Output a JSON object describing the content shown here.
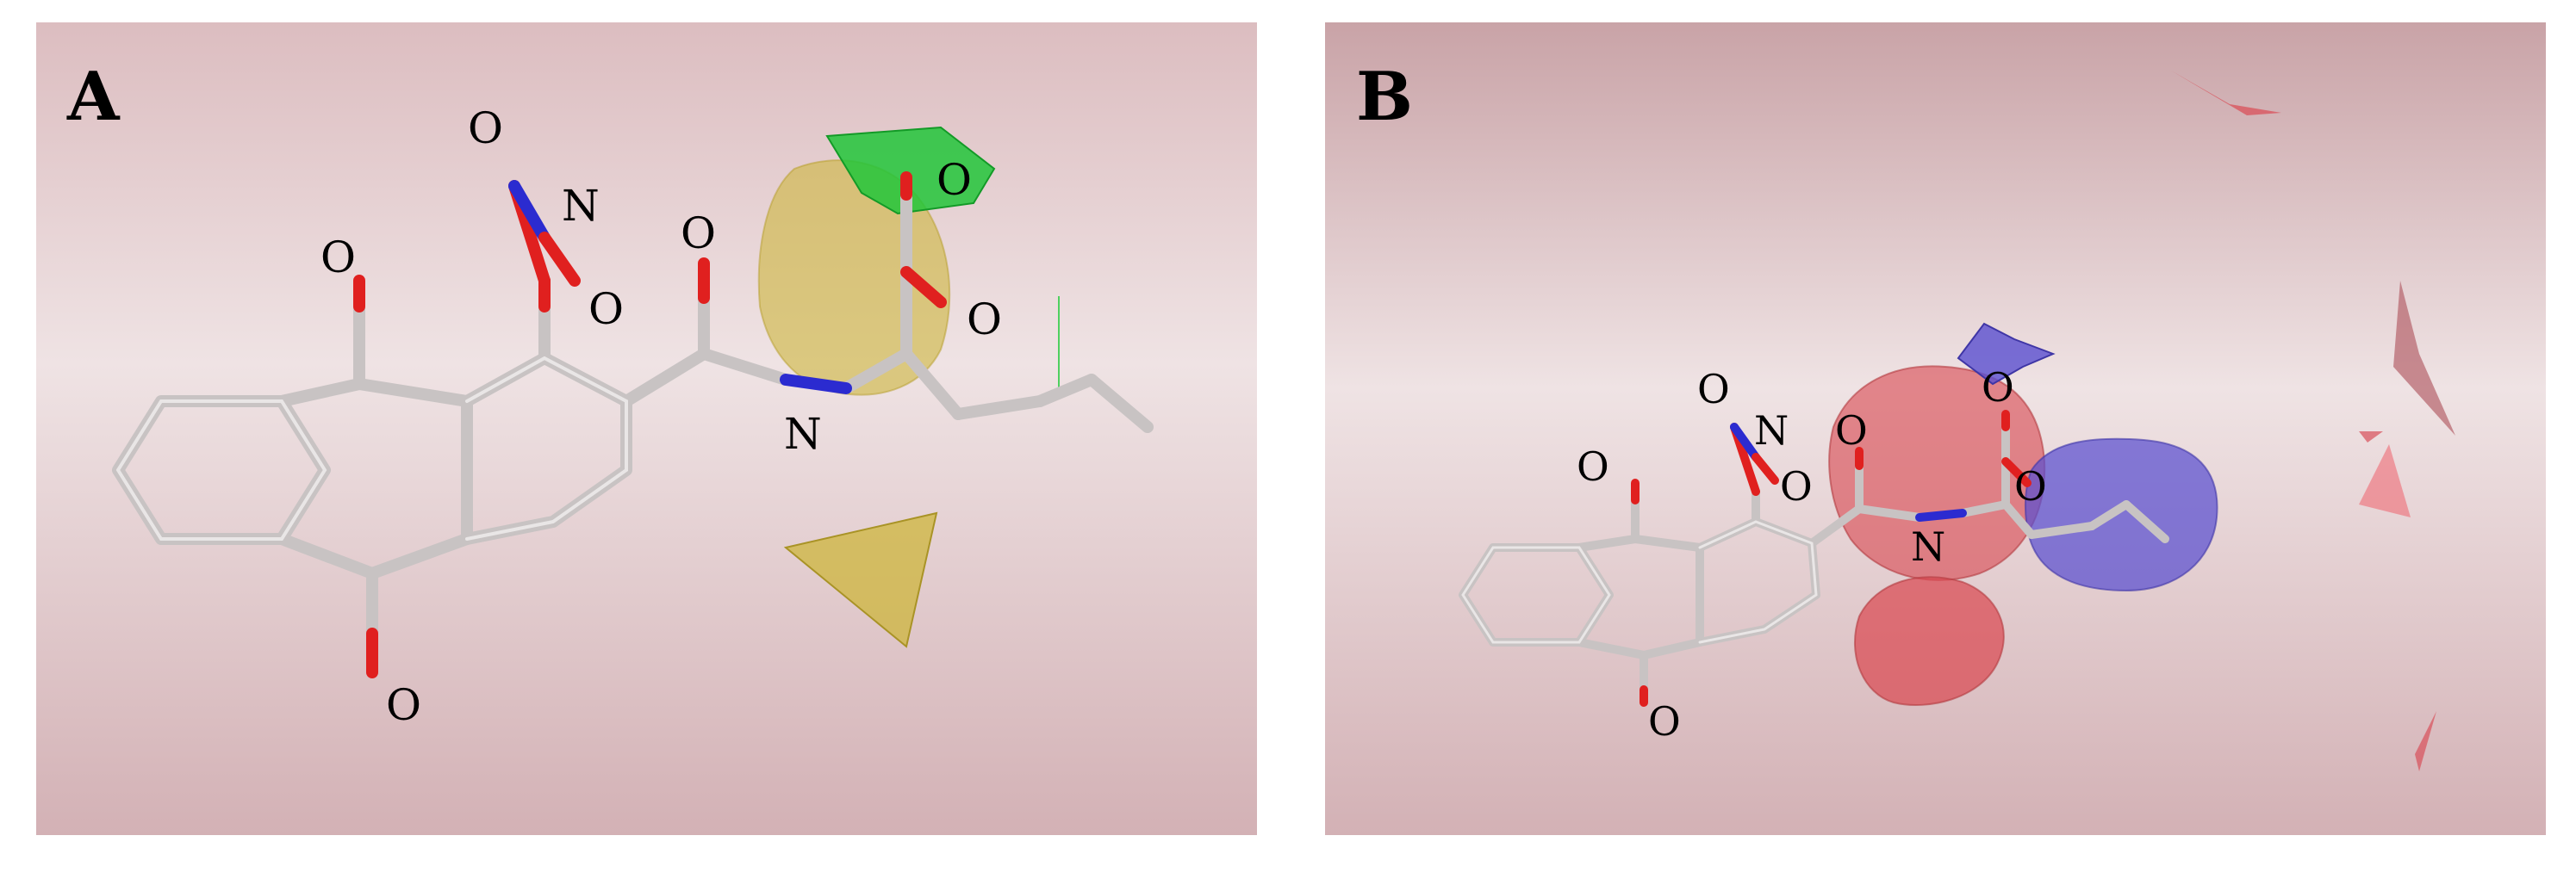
{
  "panels": [
    {
      "id": "A",
      "letter": "A",
      "background": [
        "#dcbdc0",
        "#efe3e4",
        "#d3b1b5"
      ],
      "contour_colors": {
        "yellow": "#cdb63c",
        "green": "#22c63a"
      },
      "atom_labels": {
        "o_nitro_top": "O",
        "n_nitro": "N",
        "o_nitro_bottom": "O",
        "o_ketone_top": "O",
        "o_ketone_bottom": "O",
        "o_amide": "O",
        "n_amide": "N",
        "o_acid_top": "O",
        "o_acid_bottom": "O"
      }
    },
    {
      "id": "B",
      "letter": "B",
      "background": [
        "#c9a3a7",
        "#efe3e4",
        "#d3b1b5"
      ],
      "contour_colors": {
        "red": "#d94a52",
        "blue": "#5a4fd0"
      },
      "atom_labels": {
        "o_nitro_top": "O",
        "n_nitro": "N",
        "o_nitro_bottom": "O",
        "o_ketone_top": "O",
        "o_ketone_bottom": "O",
        "o_amide": "O",
        "n_amide": "N",
        "o_acid_top": "O",
        "o_acid_bottom": "O"
      }
    }
  ],
  "bond_colors": {
    "carbon": "#c8c3c3",
    "oxygen": "#e0201f",
    "nitrogen": "#2b2bd0"
  }
}
